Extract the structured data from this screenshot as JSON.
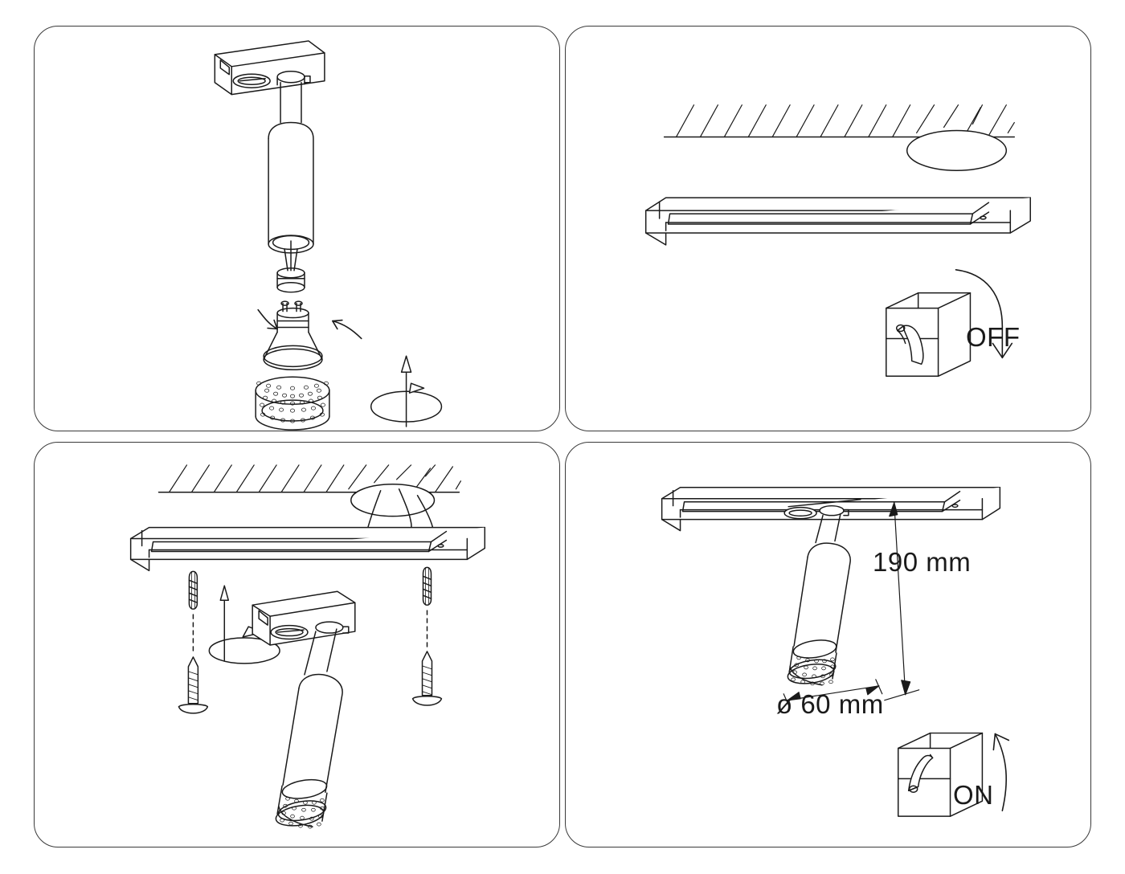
{
  "document": {
    "type": "installation-instruction-diagram",
    "product": "GU10 track-mounted cylinder spotlight",
    "panel_count": 4,
    "line_color": "#1a1a1a",
    "border_color": "#3a3a3a",
    "background_color": "#ffffff"
  },
  "panels": [
    {
      "id": "panel-1",
      "position": "top-left",
      "step": 1,
      "description": "Exploded view of the spotlight: track adapter, stem, cylinder body, GU10 lamp and honeycomb mesh ring",
      "parts": [
        "track-adapter",
        "stem",
        "cylinder-body",
        "lamp-holder",
        "gu10-bulb",
        "honeycomb-ring"
      ],
      "symbols": [
        "insert-arrow-left",
        "insert-arrow-right",
        "rotate-axis-arrow"
      ],
      "labels": []
    },
    {
      "id": "panel-2",
      "position": "top-right",
      "step": 2,
      "description": "Ceiling with junction box opening, track rail profile, and wall switch turned off",
      "parts": [
        "hatched-ceiling",
        "junction-box-opening",
        "track-rail"
      ],
      "symbols": [
        "wall-switch-off",
        "curved-arrow-down"
      ],
      "labels": [
        {
          "name": "switch-state-label",
          "text": "OFF"
        }
      ]
    },
    {
      "id": "panel-3",
      "position": "bottom-left",
      "step": 3,
      "description": "Track rail fixed to ceiling with wiring, anchors and screws; spotlight adapter pushed up and rotated into the track",
      "parts": [
        "hatched-ceiling",
        "junction-box-opening",
        "wires",
        "track-rail",
        "wall-anchor-left",
        "screw-left",
        "wall-anchor-right",
        "screw-right",
        "spotlight-assembly"
      ],
      "symbols": [
        "push-up-and-rotate-arrow",
        "assembly-dashed-line"
      ],
      "labels": []
    },
    {
      "id": "panel-4",
      "position": "bottom-right",
      "step": 4,
      "description": "Installed spotlight on the track with overall dimensions and wall switch turned on",
      "parts": [
        "track-rail",
        "spotlight-assembly"
      ],
      "symbols": [
        "height-dimension-line",
        "diameter-dimension-line",
        "wall-switch-on",
        "curved-arrow-up"
      ],
      "labels": [
        {
          "name": "height-dimension-label",
          "text": "190 mm"
        },
        {
          "name": "diameter-dimension-label",
          "text": "ø 60 mm"
        },
        {
          "name": "switch-state-label",
          "text": "ON"
        }
      ]
    }
  ],
  "dimensions": {
    "height": "190 mm",
    "diameter": "ø 60 mm"
  },
  "switch_states": {
    "off": "OFF",
    "on": "ON"
  }
}
